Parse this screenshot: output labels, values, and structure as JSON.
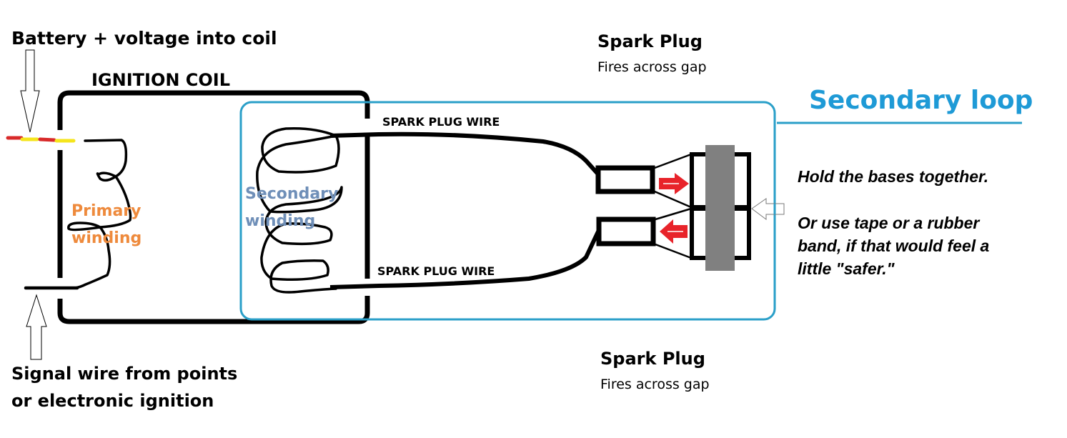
{
  "diagram": {
    "title": "Ignition coil secondary loop test",
    "labels": {
      "battery_input": "Battery + voltage into coil",
      "ignition_coil": "IGNITION COIL",
      "primary_winding_line1": "Primary",
      "primary_winding_line2": "winding",
      "secondary_winding_line1": "Secondary",
      "secondary_winding_line2": "winding",
      "spark_plug_wire_top": "SPARK PLUG WIRE",
      "spark_plug_wire_bottom": "SPARK PLUG WIRE",
      "spark_plug_top_title": "Spark Plug",
      "spark_plug_top_sub": "Fires across gap",
      "spark_plug_bottom_title": "Spark Plug",
      "spark_plug_bottom_sub": "Fires across gap",
      "secondary_loop": "Secondary loop",
      "signal_line1": "Signal wire from points",
      "signal_line2": "or electronic ignition",
      "instruction_line1": "Hold the bases together.",
      "instruction_line2": "Or use tape or a rubber",
      "instruction_line3": "band, if that would feel a",
      "instruction_line4": "little \"safer.\""
    },
    "colors": {
      "ink": "#000000",
      "loop_blue": "#2a9fc8",
      "title_blue": "#1e9ad6",
      "primary_orange": "#ee8a3c",
      "secondary_slate": "#6f8fb8",
      "arrow_red": "#e8232a",
      "wire_red": "#d82a2a",
      "wire_yellow": "#f5e51c",
      "clamp_gray": "#808080",
      "outline_gray": "#7a7a7a"
    }
  }
}
